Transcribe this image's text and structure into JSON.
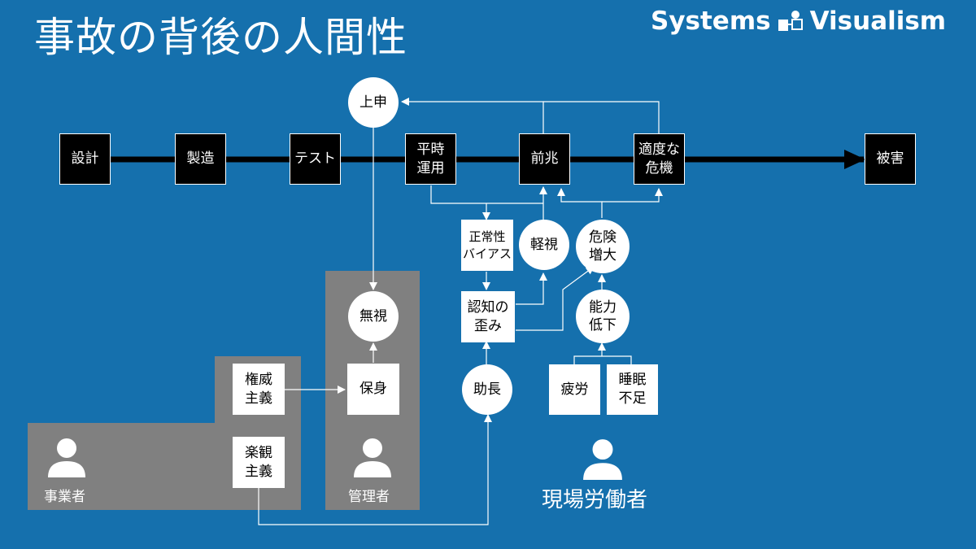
{
  "title": "事故の背後の人間性",
  "logo": {
    "left": "Systems",
    "right": "Visualism"
  },
  "timeline": {
    "design": "設計",
    "manufacture": "製造",
    "test": "テスト",
    "normal_ops": "平時\n運用",
    "precursor": "前兆",
    "moderate_crisis": "適度な\n危機",
    "damage": "被害"
  },
  "nodes": {
    "report": "上申",
    "ignore": "無視",
    "self_protect": "保身",
    "authoritarian": "権威\n主義",
    "optimism": "楽観\n主義",
    "normalcy_bias": "正常性\nバイアス",
    "cognitive_distortion": "認知の\n歪み",
    "encourage": "助長",
    "underestimate": "軽視",
    "danger_increase": "危険\n増大",
    "ability_decline": "能力\n低下",
    "fatigue": "疲労",
    "sleep_deprivation": "睡眠\n不足"
  },
  "actors": {
    "business": "事業者",
    "manager": "管理者",
    "field_worker": "現場労働者"
  },
  "colors": {
    "background": "#1570ad",
    "grey": "#808080",
    "box_dark": "#000000",
    "box_light": "#ffffff"
  }
}
